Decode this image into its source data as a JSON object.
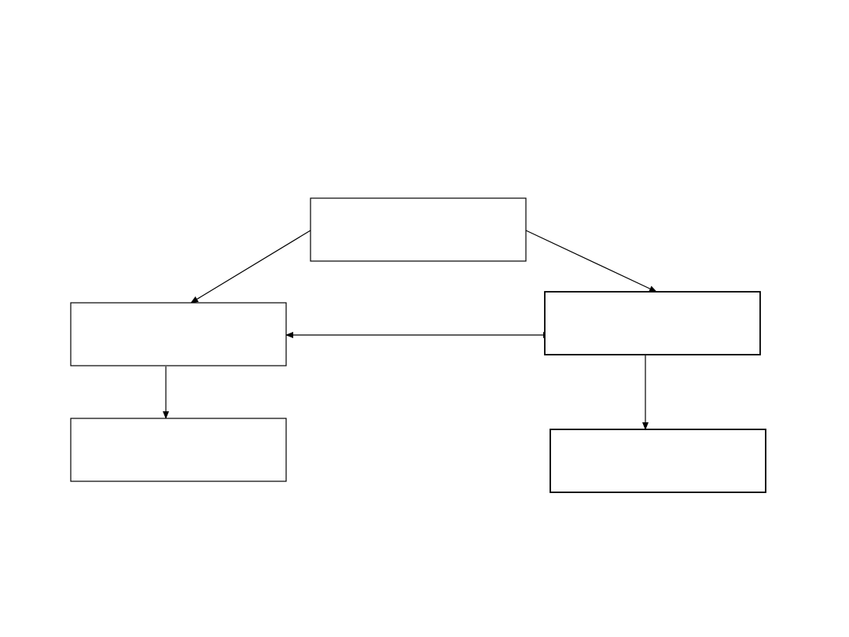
{
  "diagram": {
    "type": "flowchart",
    "nodes": [
      {
        "id": "top-center",
        "label": ""
      },
      {
        "id": "middle-left",
        "label": ""
      },
      {
        "id": "middle-right",
        "label": ""
      },
      {
        "id": "bottom-left",
        "label": ""
      },
      {
        "id": "bottom-right",
        "label": ""
      }
    ],
    "edges": [
      {
        "from": "top-center",
        "to": "middle-left",
        "direction": "forward"
      },
      {
        "from": "top-center",
        "to": "middle-right",
        "direction": "forward"
      },
      {
        "from": "middle-left",
        "to": "middle-right",
        "direction": "both"
      },
      {
        "from": "middle-left",
        "to": "bottom-left",
        "direction": "forward"
      },
      {
        "from": "middle-right",
        "to": "bottom-right",
        "direction": "forward"
      }
    ]
  },
  "colors": {
    "background": "#ffffff",
    "stroke": "#000000"
  }
}
